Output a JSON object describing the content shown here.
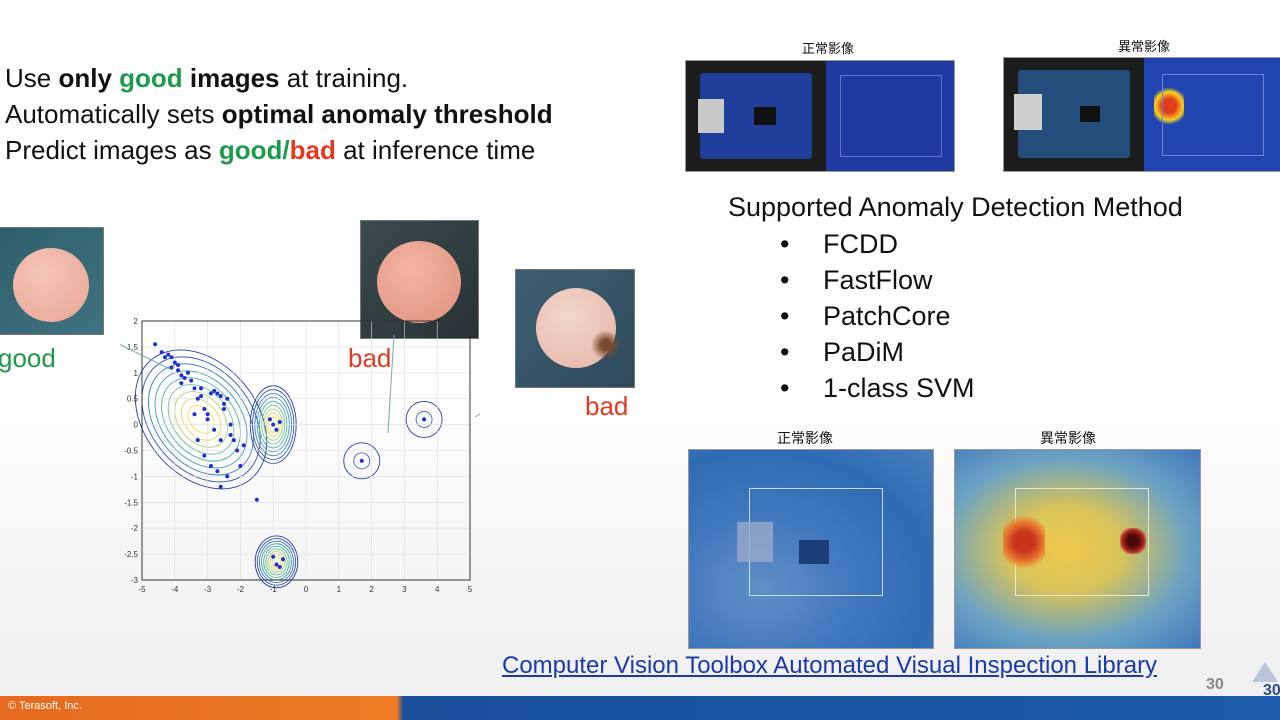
{
  "bullets": [
    {
      "parts": [
        {
          "t": "Use ",
          "s": "n"
        },
        {
          "t": "only ",
          "s": "b"
        },
        {
          "t": "good",
          "s": "bg"
        },
        {
          "t": " images",
          "s": "b"
        },
        {
          "t": " at training.",
          "s": "n"
        }
      ]
    },
    {
      "parts": [
        {
          "t": "Automatically sets ",
          "s": "n"
        },
        {
          "t": "optimal anomaly threshold",
          "s": "b"
        }
      ]
    },
    {
      "parts": [
        {
          "t": "Predict images as ",
          "s": "n"
        },
        {
          "t": "good/",
          "s": "bg"
        },
        {
          "t": "bad",
          "s": "br"
        },
        {
          "t": " at inference time",
          "s": "n"
        }
      ]
    }
  ],
  "labels": {
    "good": "good",
    "bad1": "bad",
    "bad2": "bad"
  },
  "captions": {
    "normal_top": "正常影像",
    "abnormal_top": "異常影像",
    "normal_bottom": "正常影像",
    "abnormal_bottom": "異常影像"
  },
  "methods": {
    "title": "Supported Anomaly Detection Method",
    "items": [
      "FCDD",
      "FastFlow",
      "PatchCore",
      "PaDiM",
      "1-class SVM"
    ],
    "bullet": "•"
  },
  "link_text": "Computer Vision Toolbox Automated Visual Inspection Library",
  "page_numbers": {
    "a": "30",
    "b": "30"
  },
  "footer": "© Terasoft, Inc.",
  "colors": {
    "good": "#1e9a4b",
    "bad": "#e03b24",
    "link": "#1a3aa8"
  },
  "chart_data": {
    "type": "scatter",
    "xlim": [
      -5,
      5
    ],
    "ylim": [
      -3,
      2
    ],
    "x_ticks": [
      -5,
      -4,
      -3,
      -2,
      -1,
      0,
      1,
      2,
      3,
      4,
      5
    ],
    "y_ticks": [
      -3,
      -2.5,
      -2,
      -1.5,
      -1,
      -0.5,
      0,
      0.5,
      1,
      1.5,
      2
    ],
    "grid": true,
    "series": [
      {
        "x": [
          -4.6,
          -4.4,
          -4.3,
          -4.2,
          -4.1,
          -4.0,
          -3.9,
          -3.8,
          -3.7,
          -3.6,
          -3.5,
          -3.4,
          -3.3,
          -3.2,
          -3.1,
          -3.0,
          -2.9,
          -2.8,
          -2.7,
          -2.6,
          -2.5,
          -2.4,
          -2.3,
          -2.2,
          -2.1,
          -2.0,
          -3.3,
          -3.1,
          -2.9,
          -2.7,
          -2.6,
          -2.4,
          -2.6,
          -3.0,
          -2.8,
          -2.5,
          -2.3,
          -3.4,
          -3.2,
          -4.1,
          -3.9,
          -3.8,
          -1.1,
          -1.0,
          -0.9,
          -0.8,
          -1.0,
          -0.9,
          -0.8,
          -0.7,
          -1.5,
          -1.9,
          1.7,
          3.6
        ],
        "y": [
          1.55,
          1.4,
          1.3,
          1.35,
          1.1,
          1.2,
          1.05,
          0.95,
          0.9,
          1.0,
          0.85,
          0.7,
          0.5,
          0.55,
          0.3,
          0.2,
          0.6,
          0.65,
          0.6,
          0.55,
          0.4,
          0.5,
          -0.2,
          -0.3,
          -0.5,
          -0.8,
          -0.3,
          -0.6,
          -0.8,
          -0.9,
          -1.2,
          -1.0,
          -0.3,
          0.1,
          -0.1,
          0.3,
          0.0,
          0.2,
          0.7,
          1.3,
          1.15,
          0.8,
          0.1,
          0.0,
          -0.1,
          0.05,
          -2.55,
          -2.7,
          -2.75,
          -2.6,
          -1.45,
          -0.4,
          -0.7,
          0.1
        ]
      }
    ]
  }
}
